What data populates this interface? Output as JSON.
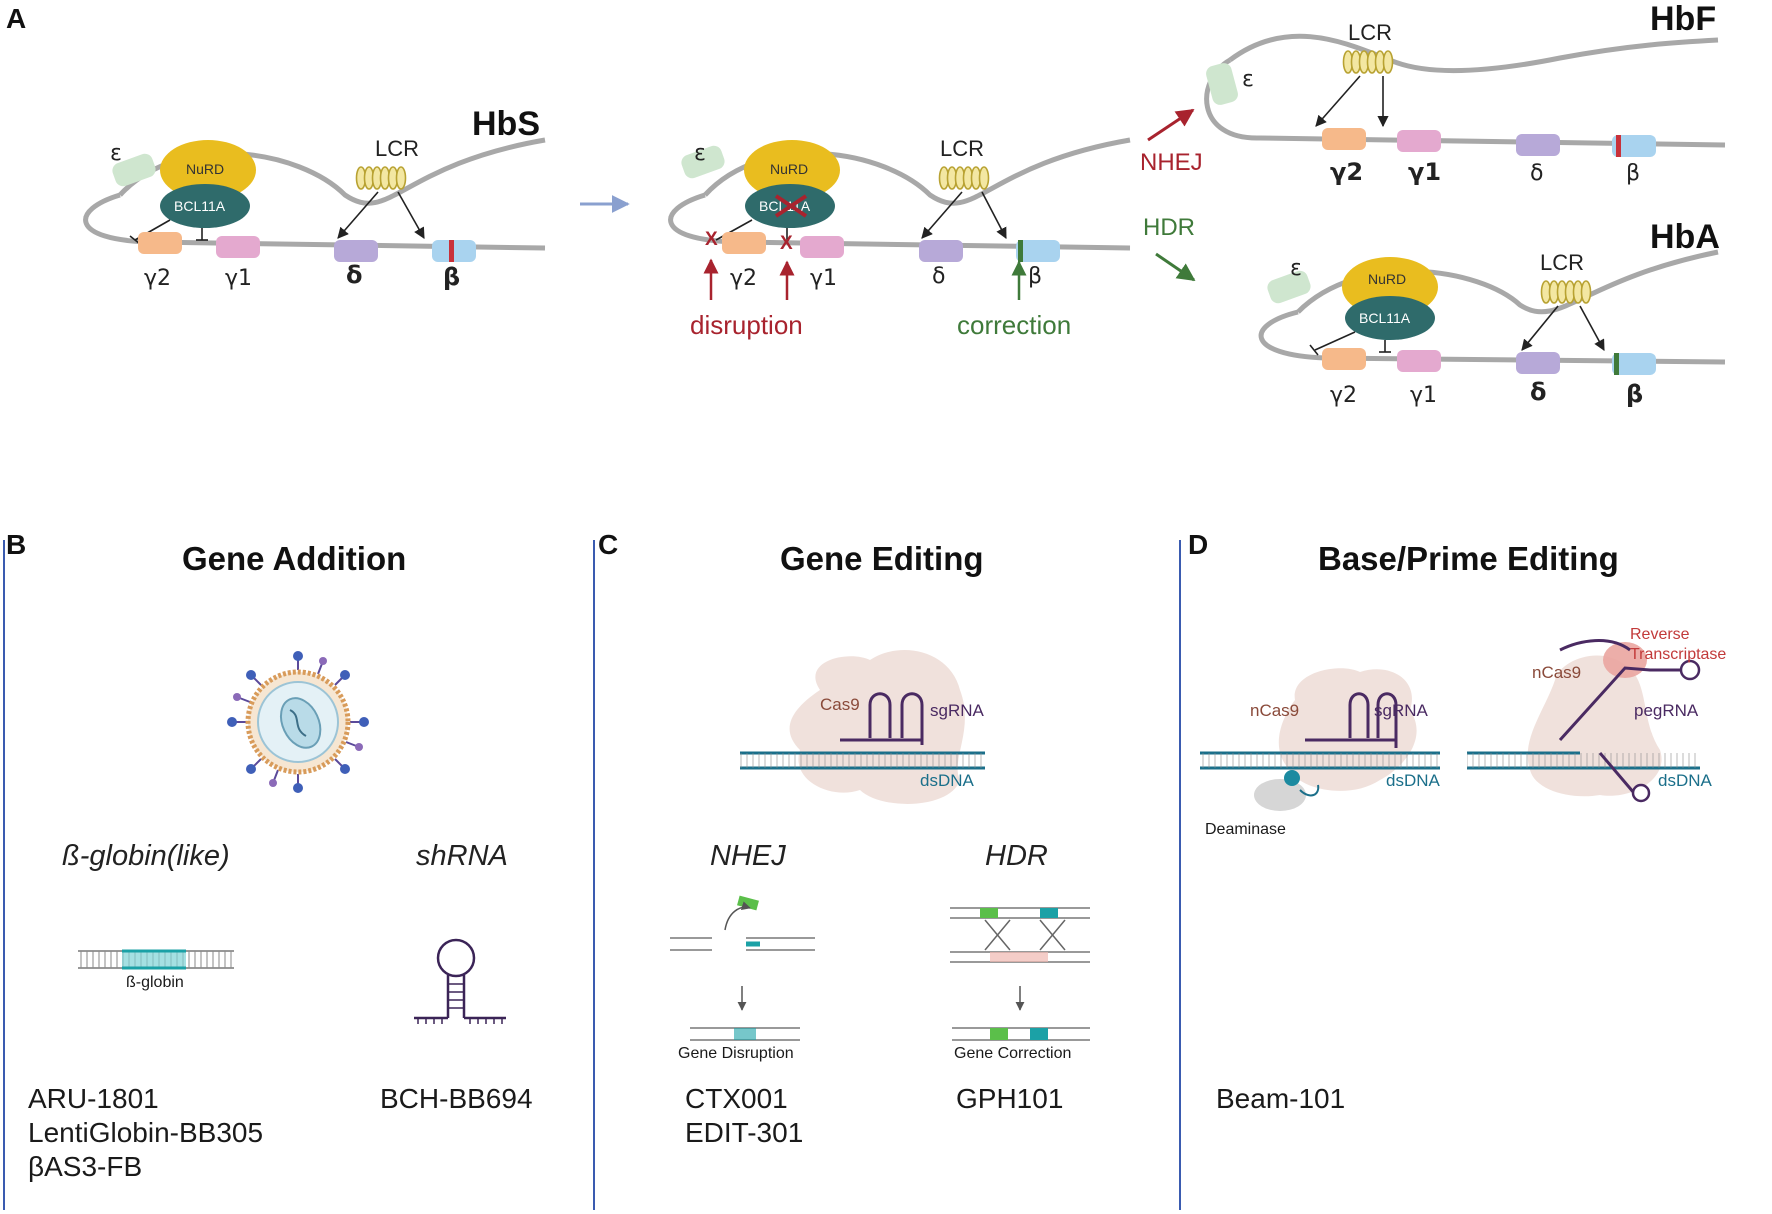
{
  "panel_a": {
    "letter": "A",
    "hbs": {
      "title": "HbS",
      "epsilon": "ε",
      "lcr": "LCR",
      "nurd": "NuRD",
      "bcl11a": "BCL11A",
      "g2": "γ2",
      "g1": "γ1",
      "delta": "δ",
      "beta": "β"
    },
    "edited": {
      "epsilon": "ε",
      "lcr": "LCR",
      "nurd": "NuRD",
      "bcl11a": "BCL11A",
      "g2": "γ2",
      "g1": "γ1",
      "delta": "δ",
      "beta": "β",
      "x_mark": "X",
      "disruption": "disruption",
      "correction": "correction"
    },
    "nhej": "NHEJ",
    "hdr": "HDR",
    "hbf": {
      "title": "HbF",
      "epsilon": "ε",
      "lcr": "LCR",
      "g2": "γ2",
      "g1": "γ1",
      "delta": "δ",
      "beta": "β"
    },
    "hba": {
      "title": "HbA",
      "epsilon": "ε",
      "lcr": "LCR",
      "nurd": "NuRD",
      "bcl11a": "BCL11A",
      "g2": "γ2",
      "g1": "γ1",
      "delta": "δ",
      "beta": "β"
    }
  },
  "panel_b": {
    "letter": "B",
    "title": "Gene Addition",
    "left_label": "ß-globin(like)",
    "right_label": "shRNA",
    "dna_label": "ß-globin",
    "left_drugs": [
      "ARU-1801",
      "LentiGlobin-BB305",
      "βAS3-FB"
    ],
    "right_drugs": [
      "BCH-BB694"
    ]
  },
  "panel_c": {
    "letter": "C",
    "title": "Gene Editing",
    "cas9": "Cas9",
    "sgrna": "sgRNA",
    "dsdna": "dsDNA",
    "left_label": "NHEJ",
    "right_label": "HDR",
    "left_result": "Gene Disruption",
    "right_result": "Gene Correction",
    "left_drugs": [
      "CTX001",
      "EDIT-301"
    ],
    "right_drugs": [
      "GPH101"
    ]
  },
  "panel_d": {
    "letter": "D",
    "title": "Base/Prime Editing",
    "ncas9_a": "nCas9",
    "sgrna": "sgRNA",
    "dsdna_a": "dsDNA",
    "deaminase": "Deaminase",
    "ncas9_b": "nCas9",
    "rt_line1": "Reverse",
    "rt_line2": "Transcriptase",
    "pegrna": "pegRNA",
    "dsdna_b": "dsDNA",
    "drugs": [
      "Beam-101"
    ]
  },
  "colors": {
    "disruption_red": "#a8232e",
    "correction_green": "#3f7a3a",
    "panel_divider_blue": "#3a5bb0",
    "arrow_blue": "#8aa0cf"
  }
}
